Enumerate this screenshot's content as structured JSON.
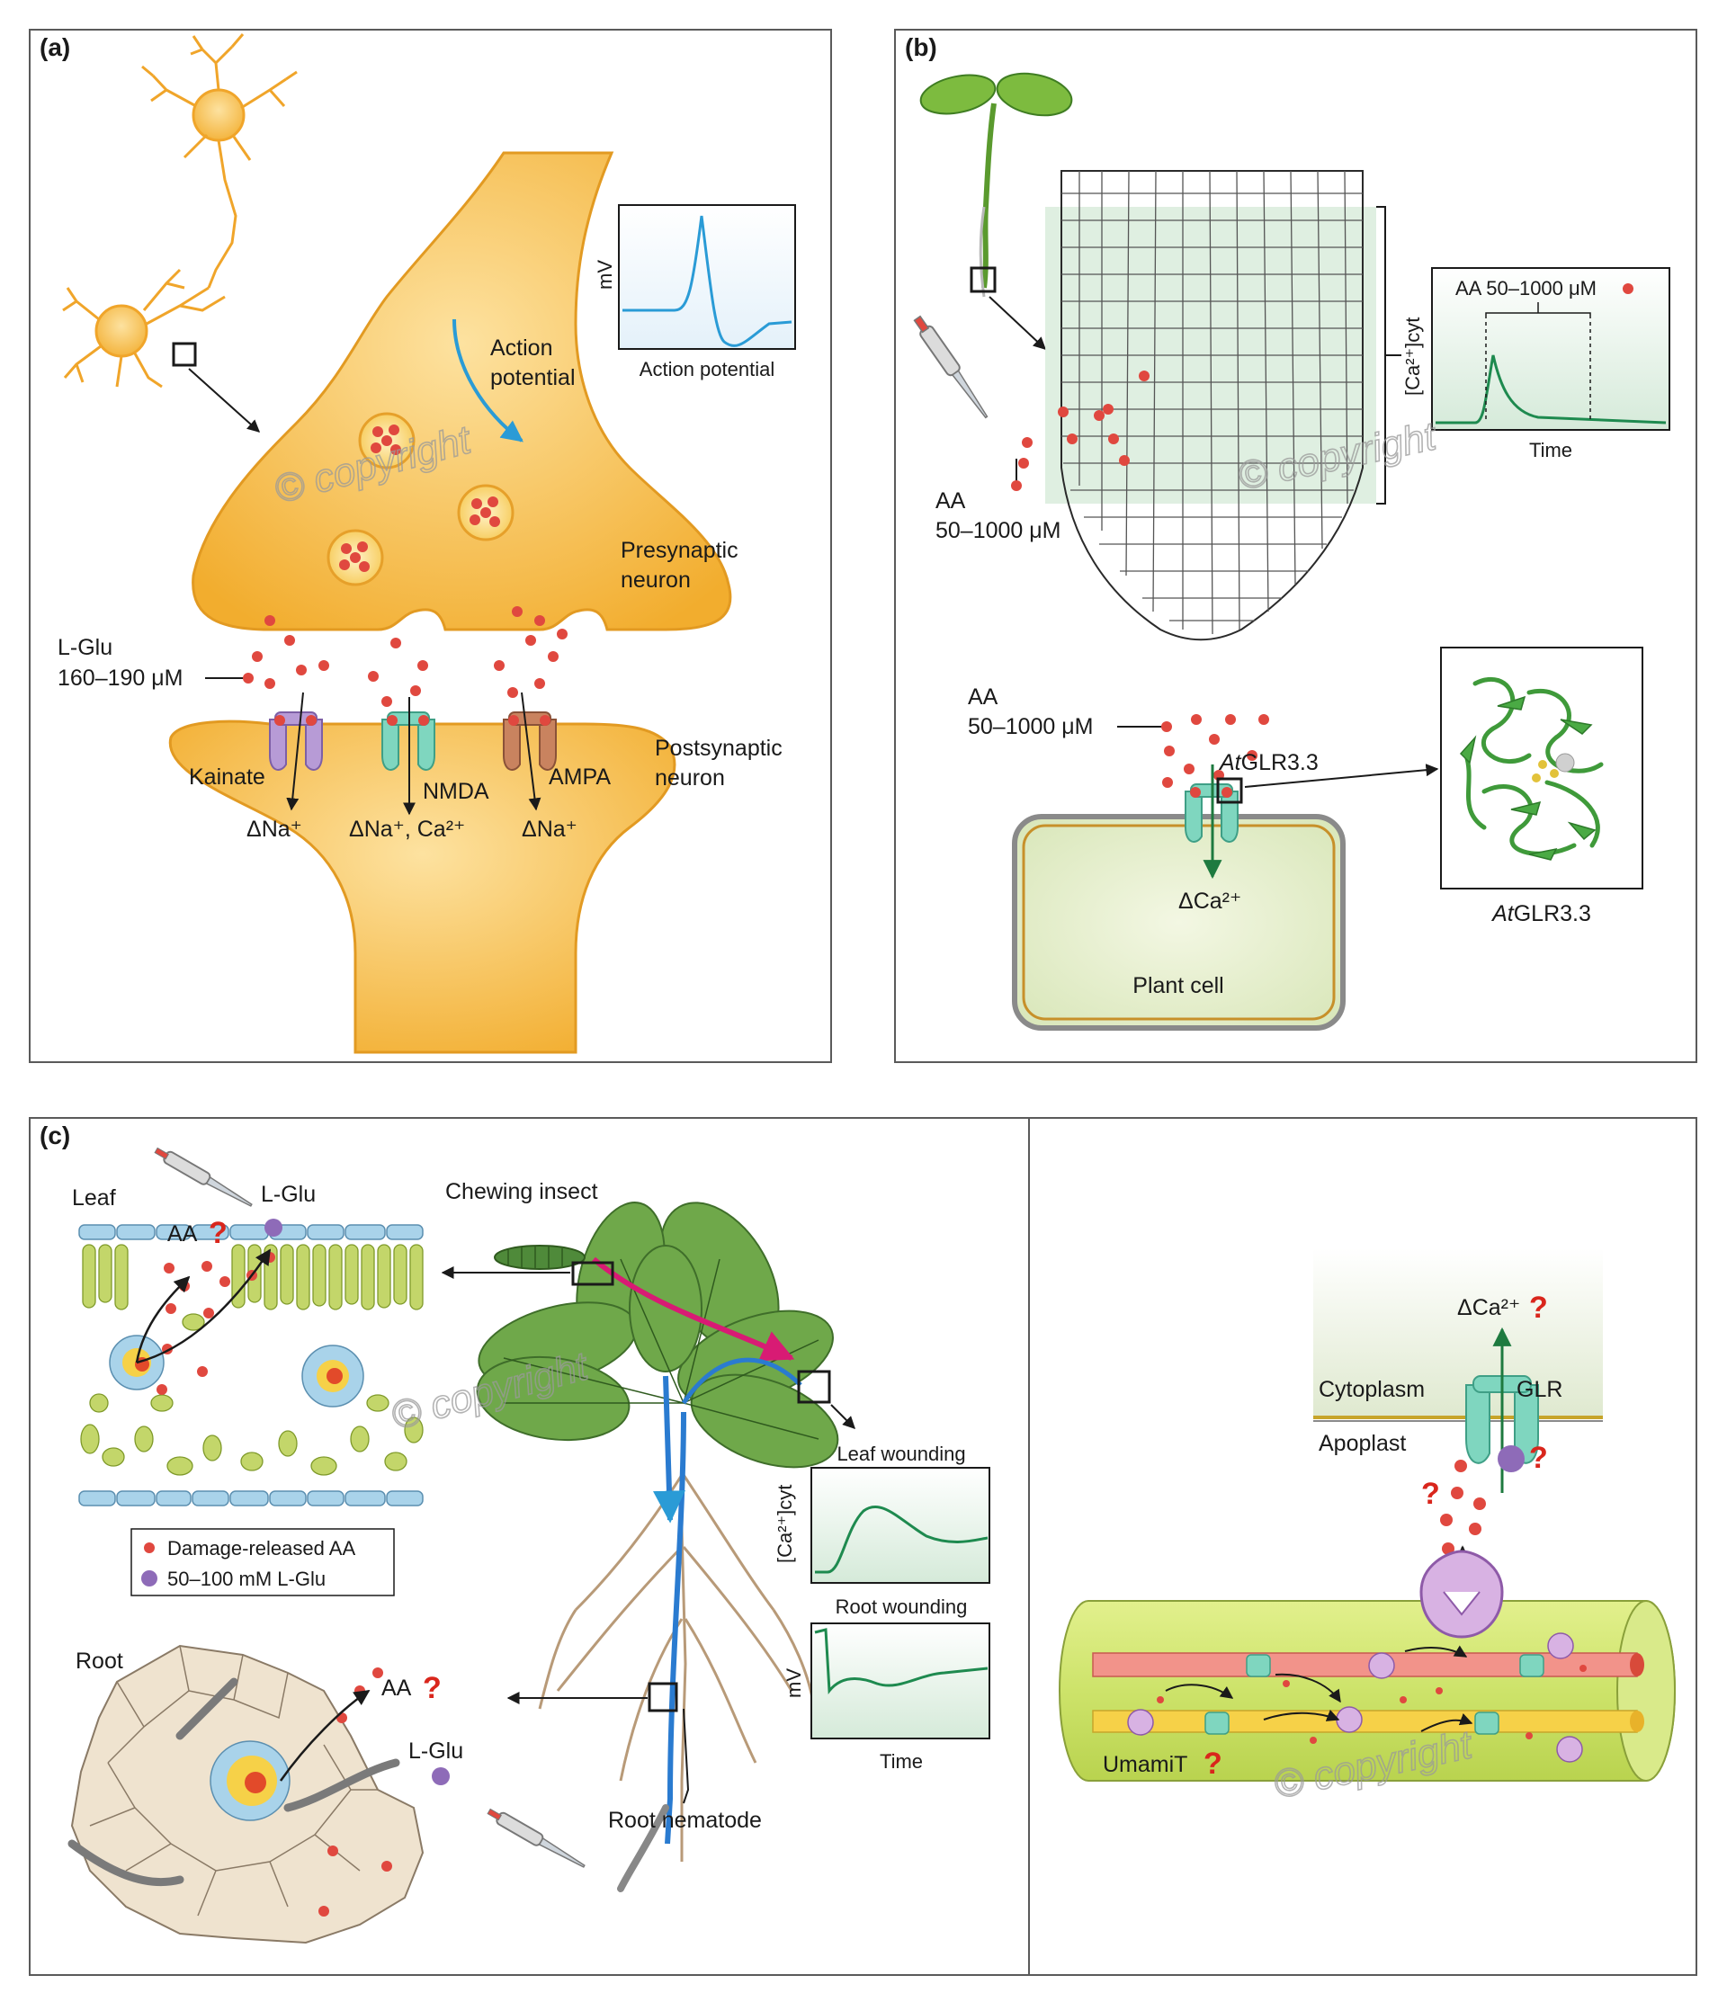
{
  "panel_a": {
    "label": "(a)",
    "action_potential_arrow": "Action potential",
    "action_potential_line1": "Action",
    "action_potential_line2": "potential",
    "inset_ylabel": "mV",
    "inset_caption": "Action potential",
    "presynaptic_line1": "Presynaptic",
    "presynaptic_line2": "neuron",
    "postsynaptic_line1": "Postsynaptic",
    "postsynaptic_line2": "neuron",
    "lglu_line1": "L-Glu",
    "lglu_line2": "160–190 μM",
    "receptors": [
      {
        "name": "Kainate",
        "flux": "ΔNa⁺",
        "color": "#b79bd6"
      },
      {
        "name": "NMDA",
        "flux": "ΔNa⁺, Ca²⁺",
        "color": "#7fd6bf"
      },
      {
        "name": "AMPA",
        "flux": "ΔNa⁺",
        "color": "#c9835f"
      }
    ],
    "watermark": "© copyright"
  },
  "panel_b": {
    "label": "(b)",
    "aa_line1": "AA",
    "aa_line2": "50–1000 μM",
    "inset_title": "AA 50–1000 μM",
    "inset_ylabel": "[Ca²⁺]cyt",
    "inset_xlabel": "Time",
    "aa2_line1": "AA",
    "aa2_line2": "50–1000 μM",
    "receptor_label": "AtGLR3.3",
    "receptor_label_italic": "At",
    "receptor_label_rest": "GLR3.3",
    "ca_flux": "ΔCa²⁺",
    "plant_cell": "Plant cell",
    "structure_caption_italic": "At",
    "structure_caption_rest": "GLR3.3",
    "watermark": "© copyright"
  },
  "panel_c": {
    "label": "(c)",
    "leaf": "Leaf",
    "lglu_leaf": "L-Glu",
    "aa_leaf": "AA",
    "question": "?",
    "chewing_insect": "Chewing insect",
    "legend_aa": "Damage-released AA",
    "legend_glu": "50–100 mM L-Glu",
    "root": "Root",
    "aa_root": "AA",
    "lglu_root": "L-Glu",
    "root_nematode": "Root nematode",
    "leaf_wounding": "Leaf wounding",
    "root_wounding": "Root wounding",
    "ca_ylabel": "[Ca²⁺]cyt",
    "mv_ylabel": "mV",
    "time": "Time",
    "ca_flux": "ΔCa²⁺",
    "cytoplasm": "Cytoplasm",
    "glr": "GLR",
    "apoplast": "Apoplast",
    "umamit": "UmamiT",
    "watermark": "© copyright"
  },
  "colors": {
    "neuron": "#f4b43a",
    "neuron_light": "#fbd98a",
    "dot": "#e0483f",
    "glu": "#8e6bb8",
    "plant_green": "#2f8a4a",
    "trace_green": "#1e8a4f",
    "trace_blue": "#2a9bd6",
    "mesophyll": "#c3d66a",
    "epidermis": "#a9d3ea",
    "question": "#d9261c"
  }
}
